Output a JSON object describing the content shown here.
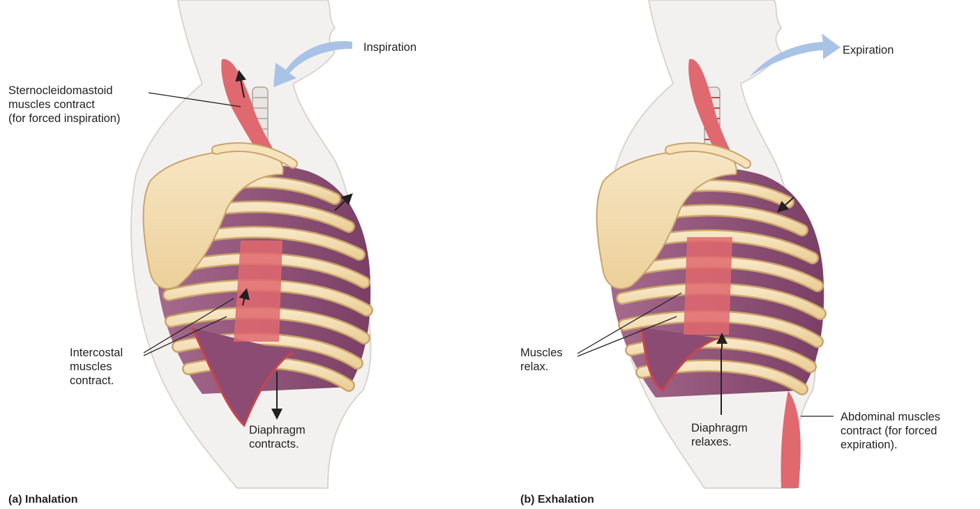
{
  "panels": {
    "inhalation": {
      "caption": "(a) Inhalation",
      "labels": {
        "airflow": "Inspiration",
        "sternocleidomastoid": "Sternocleidomastoid\nmuscles contract\n(for forced inspiration)",
        "intercostal": "Intercostal\nmuscles\ncontract.",
        "diaphragm": "Diaphragm\ncontracts."
      }
    },
    "exhalation": {
      "caption": "(b) Exhalation",
      "labels": {
        "airflow": "Expiration",
        "muscles": "Muscles\nrelax.",
        "diaphragm": "Diaphragm\nrelaxes.",
        "abdominal": "Abdominal muscles\ncontract (for forced\nexpiration)."
      }
    }
  },
  "colors": {
    "silhouette": "#f3f1ef",
    "silhouette_edge": "#d9d4cf",
    "bone": "#f3dcb0",
    "bone_edge": "#c9a46a",
    "lung": "#8b4b73",
    "lung_light": "#a56a8c",
    "muscle": "#e0686f",
    "airflow_arrow": "#a9c3e6",
    "pointer": "#231f20"
  }
}
